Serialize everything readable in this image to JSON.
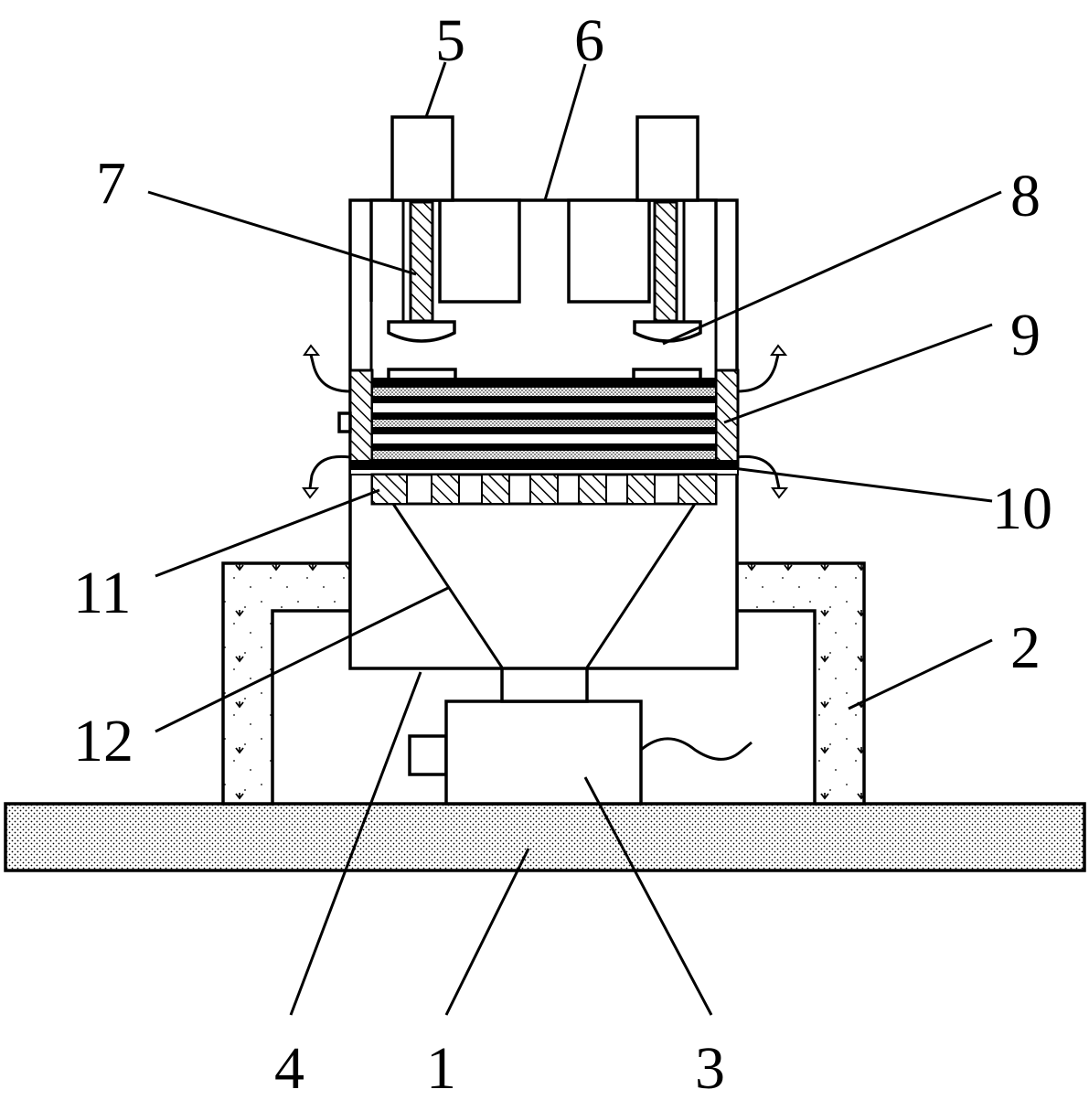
{
  "labels": {
    "l1": "1",
    "l2": "2",
    "l3": "3",
    "l4": "4",
    "l5": "5",
    "l6": "6",
    "l7": "7",
    "l8": "8",
    "l9": "9",
    "l10": "10",
    "l11": "11",
    "l12": "12"
  },
  "colors": {
    "line": "#000000",
    "background": "#ffffff"
  }
}
